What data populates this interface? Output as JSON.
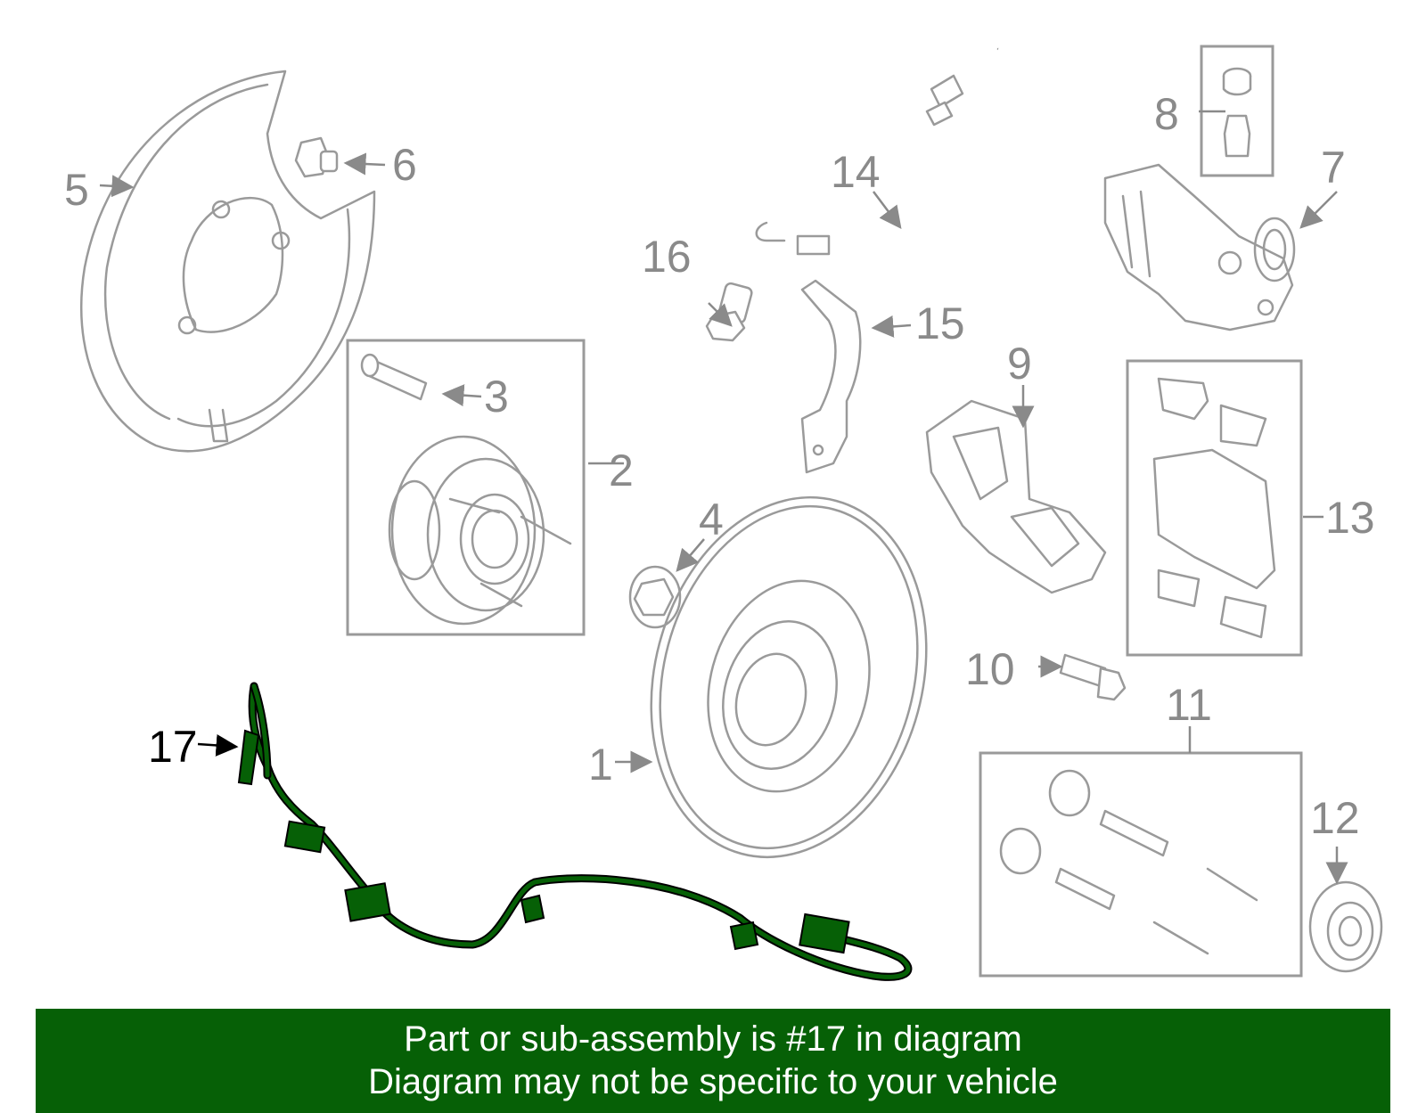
{
  "callouts": {
    "c1": "1",
    "c2": "2",
    "c3": "3",
    "c4": "4",
    "c5": "5",
    "c6": "6",
    "c7": "7",
    "c8": "8",
    "c9": "9",
    "c10": "10",
    "c11": "11",
    "c12": "12",
    "c13": "13",
    "c14": "14",
    "c15": "15",
    "c16": "16",
    "c17": "17"
  },
  "highlight_color": "#066006",
  "banner": {
    "line1": "Part or sub-assembly is #17 in diagram",
    "line2": "Diagram may not be specific to your vehicle"
  }
}
